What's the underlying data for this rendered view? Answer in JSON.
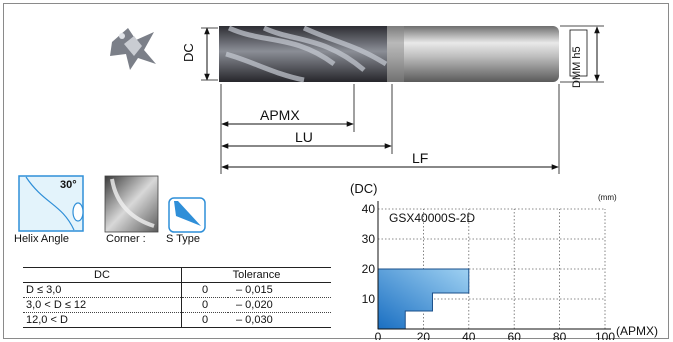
{
  "tool": {
    "dc": "DC",
    "dmm": "DMM h5",
    "apmx": "APMX",
    "lu": "LU",
    "lf": "LF"
  },
  "icons": {
    "helix_value": "30°",
    "helix_label": "Helix Angle",
    "corner_label": "Corner :",
    "stype_label": "S Type",
    "colors": {
      "accent": "#2f8fd8",
      "light": "#dff1fb"
    }
  },
  "tolerance_table": {
    "headers": [
      "DC",
      "Tolerance"
    ],
    "rows": [
      {
        "dc": "D ≤ 3,0",
        "zero": "0",
        "value": "– 0,015"
      },
      {
        "dc": "3,0 < D ≤ 12",
        "zero": "0",
        "value": "– 0,020"
      },
      {
        "dc": "12,0 < D",
        "zero": "0",
        "value": "– 0,030"
      }
    ]
  },
  "chart_data": {
    "type": "area",
    "title": "GSX40000S-2D",
    "xlabel": "(APMX)",
    "ylabel": "(DC)",
    "unit": "(mm)",
    "x_ticks": [
      0,
      20,
      40,
      60,
      80,
      100
    ],
    "y_ticks": [
      10,
      20,
      30,
      40
    ],
    "xlim": [
      0,
      100
    ],
    "ylim": [
      0,
      40
    ],
    "steps": [
      {
        "dc_from": 0,
        "dc_to": 6,
        "apmx_max": 12
      },
      {
        "dc_from": 6,
        "dc_to": 12,
        "apmx_max": 24
      },
      {
        "dc_from": 12,
        "dc_to": 20,
        "apmx_max": 40
      }
    ],
    "fill_colors": [
      "#1a6fc2",
      "#9fd1f2"
    ],
    "grid": true
  }
}
